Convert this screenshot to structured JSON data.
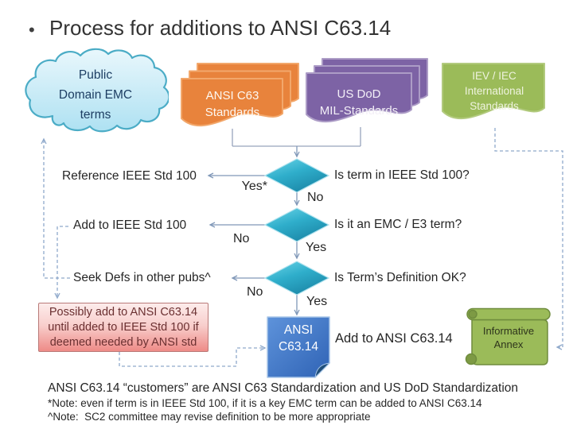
{
  "title": {
    "bullet": "•",
    "text": "Process for additions to ANSI C63.14"
  },
  "sources": {
    "cloud_label": "Public\nDomain EMC\nterms",
    "ansi_stack_label": "ANSI C63\nStandards",
    "dod_stack_label": "US DoD\nMIL-Standards",
    "iev_flag_label": "IEV / IEC\nInternational\nStandards"
  },
  "decisions": [
    {
      "question": "Is term in IEEE Std 100?",
      "yes_label": "Yes*",
      "no_label": "No",
      "left_action": "Reference IEEE Std 100"
    },
    {
      "question": "Is it an EMC / E3 term?",
      "yes_label": "Yes",
      "no_label": "No",
      "left_action": "Add to IEEE Std 100"
    },
    {
      "question": "Is Term’s Definition OK?",
      "yes_label": "Yes",
      "no_label": "No",
      "left_action": "Seek Defs in other pubs^"
    }
  ],
  "note_box": {
    "text": "Possibly add to ANSI C63.14\nuntil added to IEEE Std 100 if\ndeemed needed by ANSI std"
  },
  "result": {
    "box_label": "ANSI\nC63.14",
    "caption": "Add to ANSI C63.14"
  },
  "annex": {
    "label": "Informative Annex"
  },
  "footnotes": [
    "ANSI C63.14 “customers” are ANSI C63 Standardization and US DoD Standardization",
    "*Note: even if term is in IEEE Std 100, if it is a key EMC term can be added to ANSI C63.14",
    "^Note:  SC2 committee may revise definition to be more appropriate"
  ],
  "colors": {
    "cloud_fill": "#C7EAF6",
    "cloud_border": "#4BACC6",
    "ansi_stack": "#E8833C",
    "dod_stack": "#7D63A5",
    "iev_flag": "#9BBB59",
    "decision_fill": "#2FAECB",
    "result_fill": "#3C76C6",
    "result_fold": "#1F4E79",
    "note_fill": "#F4A9A5",
    "note_border": "#B97A78",
    "annex_fill": "#9BBB59",
    "connector_solid": "#8098B8",
    "connector_dashed": "#8FA9CB"
  }
}
